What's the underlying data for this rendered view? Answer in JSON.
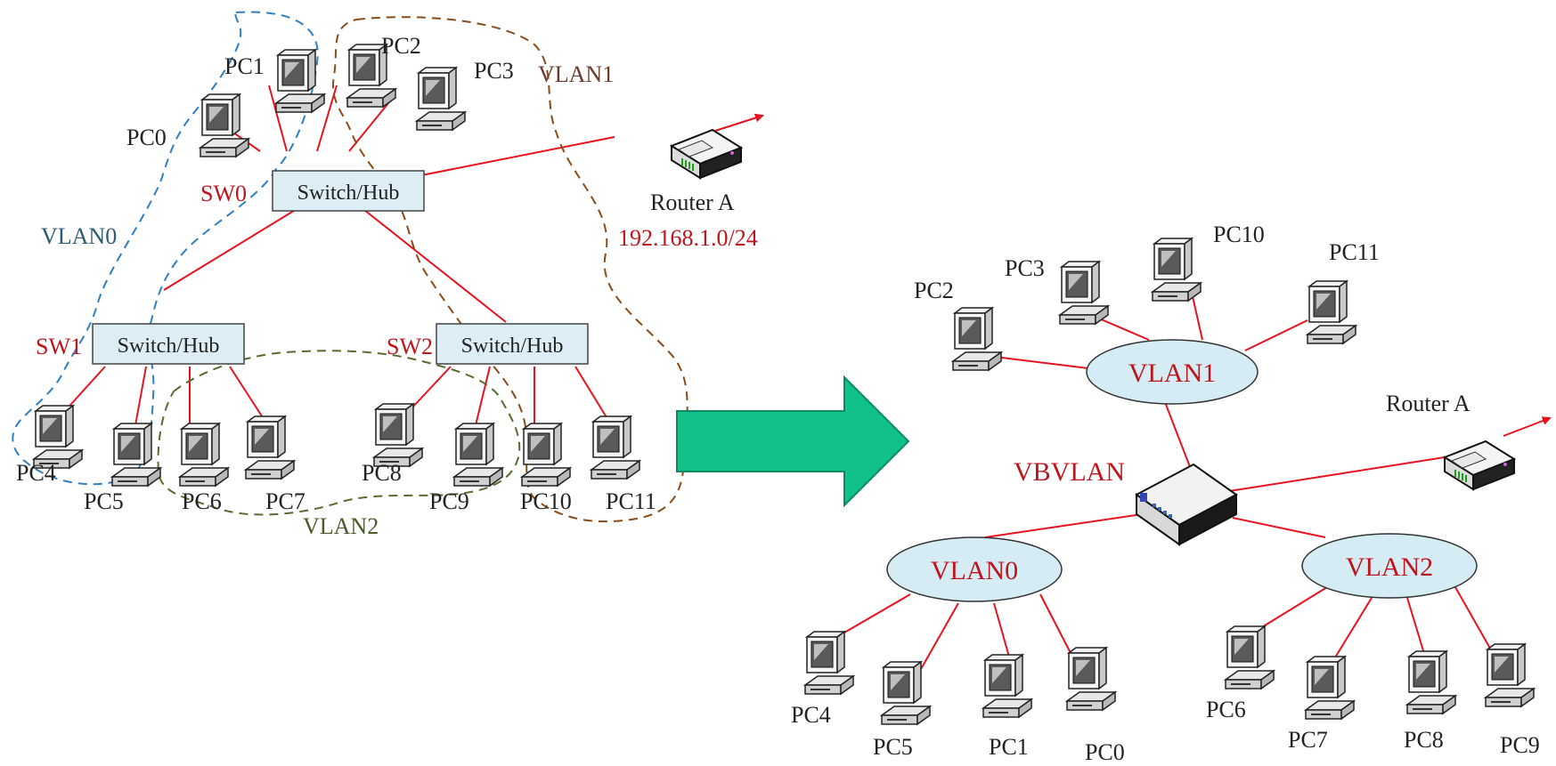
{
  "left": {
    "switch_label": "Switch/Hub",
    "sw0": "SW0",
    "sw1": "SW1",
    "sw2": "SW2",
    "router_label": "Router A",
    "network": "192.168.1.0/24",
    "vlan0": "VLAN0",
    "vlan1": "VLAN1",
    "vlan2": "VLAN2",
    "pcs": {
      "pc0": "PC0",
      "pc1": "PC1",
      "pc2": "PC2",
      "pc3": "PC3",
      "pc4": "PC4",
      "pc5": "PC5",
      "pc6": "PC6",
      "pc7": "PC7",
      "pc8": "PC8",
      "pc9": "PC9",
      "pc10": "PC10",
      "pc11": "PC11"
    }
  },
  "right": {
    "vbvlan": "VBVLAN",
    "vlan0": "VLAN0",
    "vlan1": "VLAN1",
    "vlan2": "VLAN2",
    "router_label": "Router A",
    "pcs": {
      "pc0": "PC0",
      "pc1": "PC1",
      "pc2": "PC2",
      "pc3": "PC3",
      "pc4": "PC4",
      "pc5": "PC5",
      "pc6": "PC6",
      "pc7": "PC7",
      "pc8": "PC8",
      "pc9": "PC9",
      "pc10": "PC10",
      "pc11": "PC11"
    }
  },
  "colors": {
    "link": "#e8121e",
    "vlan0_outline": "#2f7fc0",
    "vlan1_outline": "#8a4b18",
    "vlan2_outline": "#556b2f",
    "switch_fill": "#dcedf5",
    "ellipse_fill": "#d6ecf4",
    "arrow": "#12c08a"
  }
}
